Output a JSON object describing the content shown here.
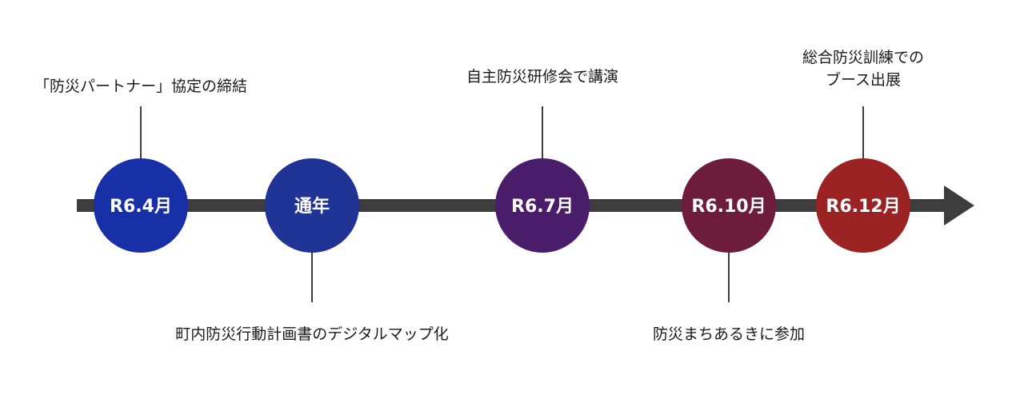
{
  "milestones": [
    {
      "label": "R6.4月",
      "color": "#1730a8",
      "event": [
        "「防災パートナー」協定の締結"
      ],
      "side": "above"
    },
    {
      "label": "通年",
      "color": "#1f3494",
      "event": [
        "町内防災行動計画書のデジタルマップ化"
      ],
      "side": "below"
    },
    {
      "label": "R6.7月",
      "color": "#4a1d6b",
      "event": [
        "自主防災研修会で講演"
      ],
      "side": "above"
    },
    {
      "label": "R6.10月",
      "color": "#6e1c3c",
      "event": [
        "防災まちあるきに参加"
      ],
      "side": "below"
    },
    {
      "label": "R6.12月",
      "color": "#9b2323",
      "event": [
        "総合防災訓練での",
        "ブース出展"
      ],
      "side": "above"
    }
  ],
  "colors": {
    "axis": "#3d3d3d",
    "connector": "#3d3d3d",
    "text": "#1a1a1a"
  }
}
